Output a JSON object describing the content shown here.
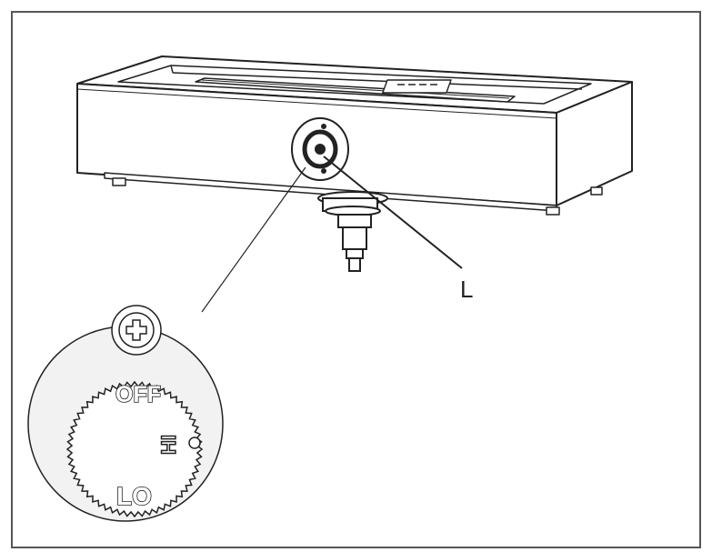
{
  "diagram": {
    "callout_label": "L",
    "knob_positions": {
      "off": "OFF",
      "high": "HI",
      "low": "LO"
    }
  },
  "colors": {
    "line": "#222222",
    "frame": "#555555",
    "detail_fill": "#f2f2f2",
    "background": "#ffffff"
  }
}
